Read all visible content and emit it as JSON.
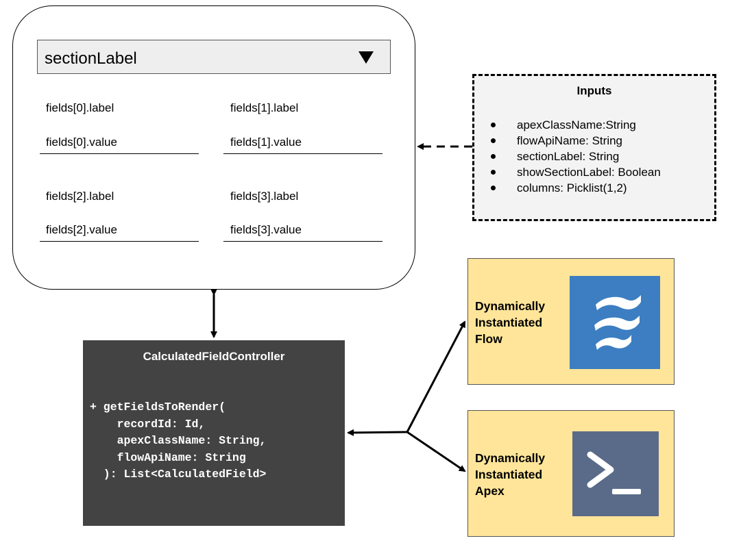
{
  "component": {
    "dropdown_label": "sectionLabel",
    "fields": [
      {
        "label": "fields[0].label",
        "value": "fields[0].value"
      },
      {
        "label": "fields[1].label",
        "value": "fields[1].value"
      },
      {
        "label": "fields[2].label",
        "value": "fields[2].value"
      },
      {
        "label": "fields[3].label",
        "value": "fields[3].value"
      }
    ]
  },
  "inputs": {
    "title": "Inputs",
    "items": [
      "apexClassName:String",
      "flowApiName: String",
      "sectionLabel: String",
      "showSectionLabel: Boolean",
      "columns: Picklist(1,2)"
    ]
  },
  "controller": {
    "title": "CalculatedFieldController",
    "code_lines": [
      "+ getFieldsToRender(",
      "    recordId: Id,",
      "    apexClassName: String,",
      "    flowApiName: String",
      "  ): List<CalculatedField>"
    ]
  },
  "flow_box": {
    "lines": [
      "Dynamically",
      "Instantiated",
      "Flow"
    ],
    "icon": "flow-icon",
    "icon_color": "#3c7ec1"
  },
  "apex_box": {
    "lines": [
      "Dynamically",
      "Instantiated",
      "Apex"
    ],
    "icon": "apex-terminal-icon",
    "icon_color": "#596b89"
  },
  "colors": {
    "controller_bg": "#434343",
    "dynamic_box_bg": "#ffe599",
    "inputs_bg": "#f3f3f3",
    "dropdown_bg": "#eeeeee"
  }
}
